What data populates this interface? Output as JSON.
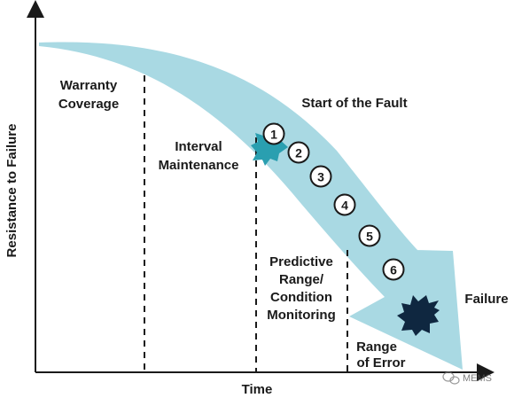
{
  "diagram": {
    "axes": {
      "x_label": "Time",
      "y_label": "Resistance to Failure"
    },
    "regions": {
      "warranty": [
        "Warranty",
        "Coverage"
      ],
      "interval": [
        "Interval",
        "Maintenance"
      ],
      "predictive": [
        "Predictive",
        "Range/",
        "Condition",
        "Monitoring"
      ],
      "error": [
        "Range",
        "of Error"
      ]
    },
    "annotations": {
      "start_fault": "Start of the Fault",
      "failure": "Failure"
    },
    "stages": [
      "1",
      "2",
      "3",
      "4",
      "5",
      "6"
    ],
    "watermark": "MEMS",
    "colors": {
      "arrow": "#a9d9e3",
      "fault_burst": "#2a9fb0",
      "failure_burst": "#0f2740",
      "axis": "#1a1a1a"
    }
  }
}
